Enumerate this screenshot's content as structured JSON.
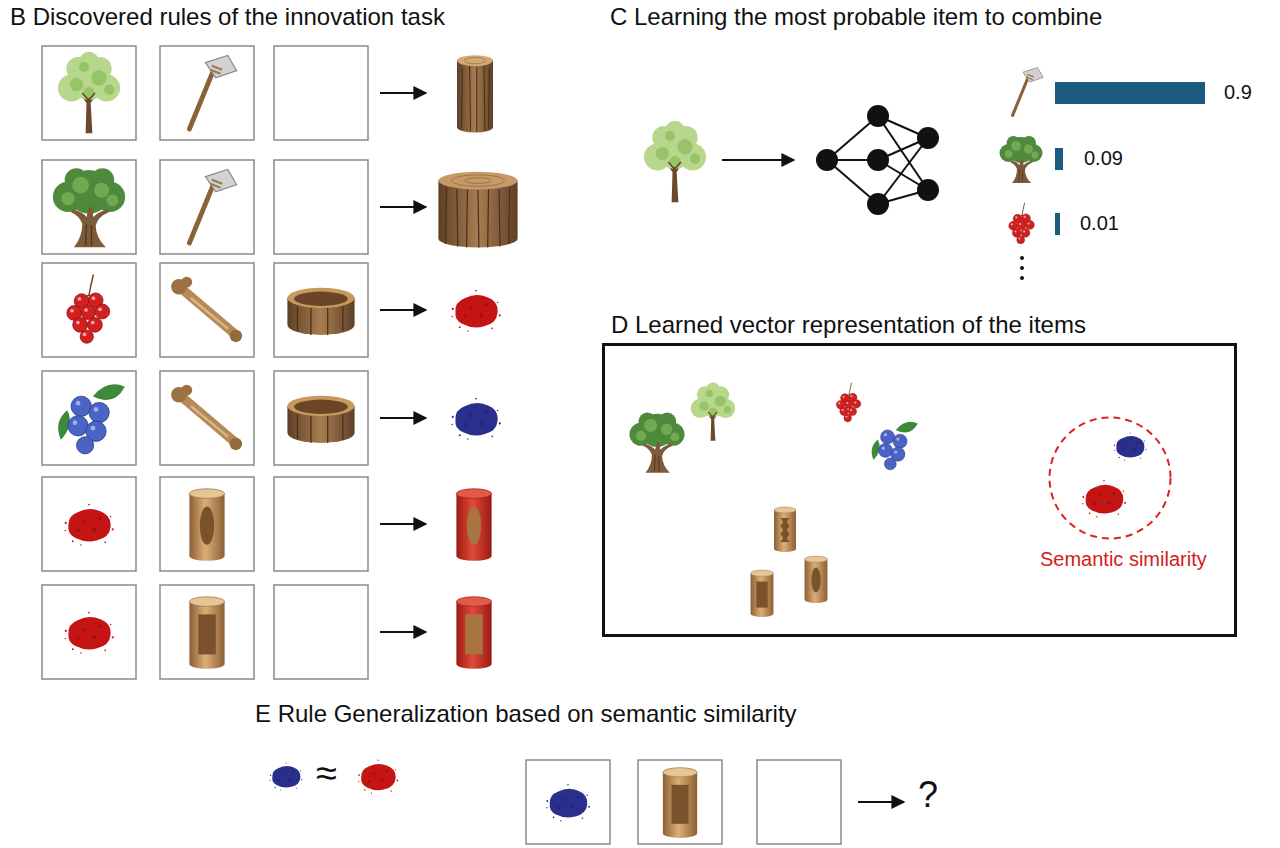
{
  "diagram": {
    "nodes": [
      {
        "text": [
          "D Learned vector representation of the items"
        ]
      },
      {
        "text": [
          "Semantic similarity"
        ],
        "in": 0
      }
    ],
    "labels": [
      "B Discovered rules of the innovation task",
      "C Learning the most probable item to combine",
      "0.9",
      "0.09",
      "0.01",
      "E Rule Generalization based on semantic similarity",
      "≈",
      "?"
    ]
  }
}
